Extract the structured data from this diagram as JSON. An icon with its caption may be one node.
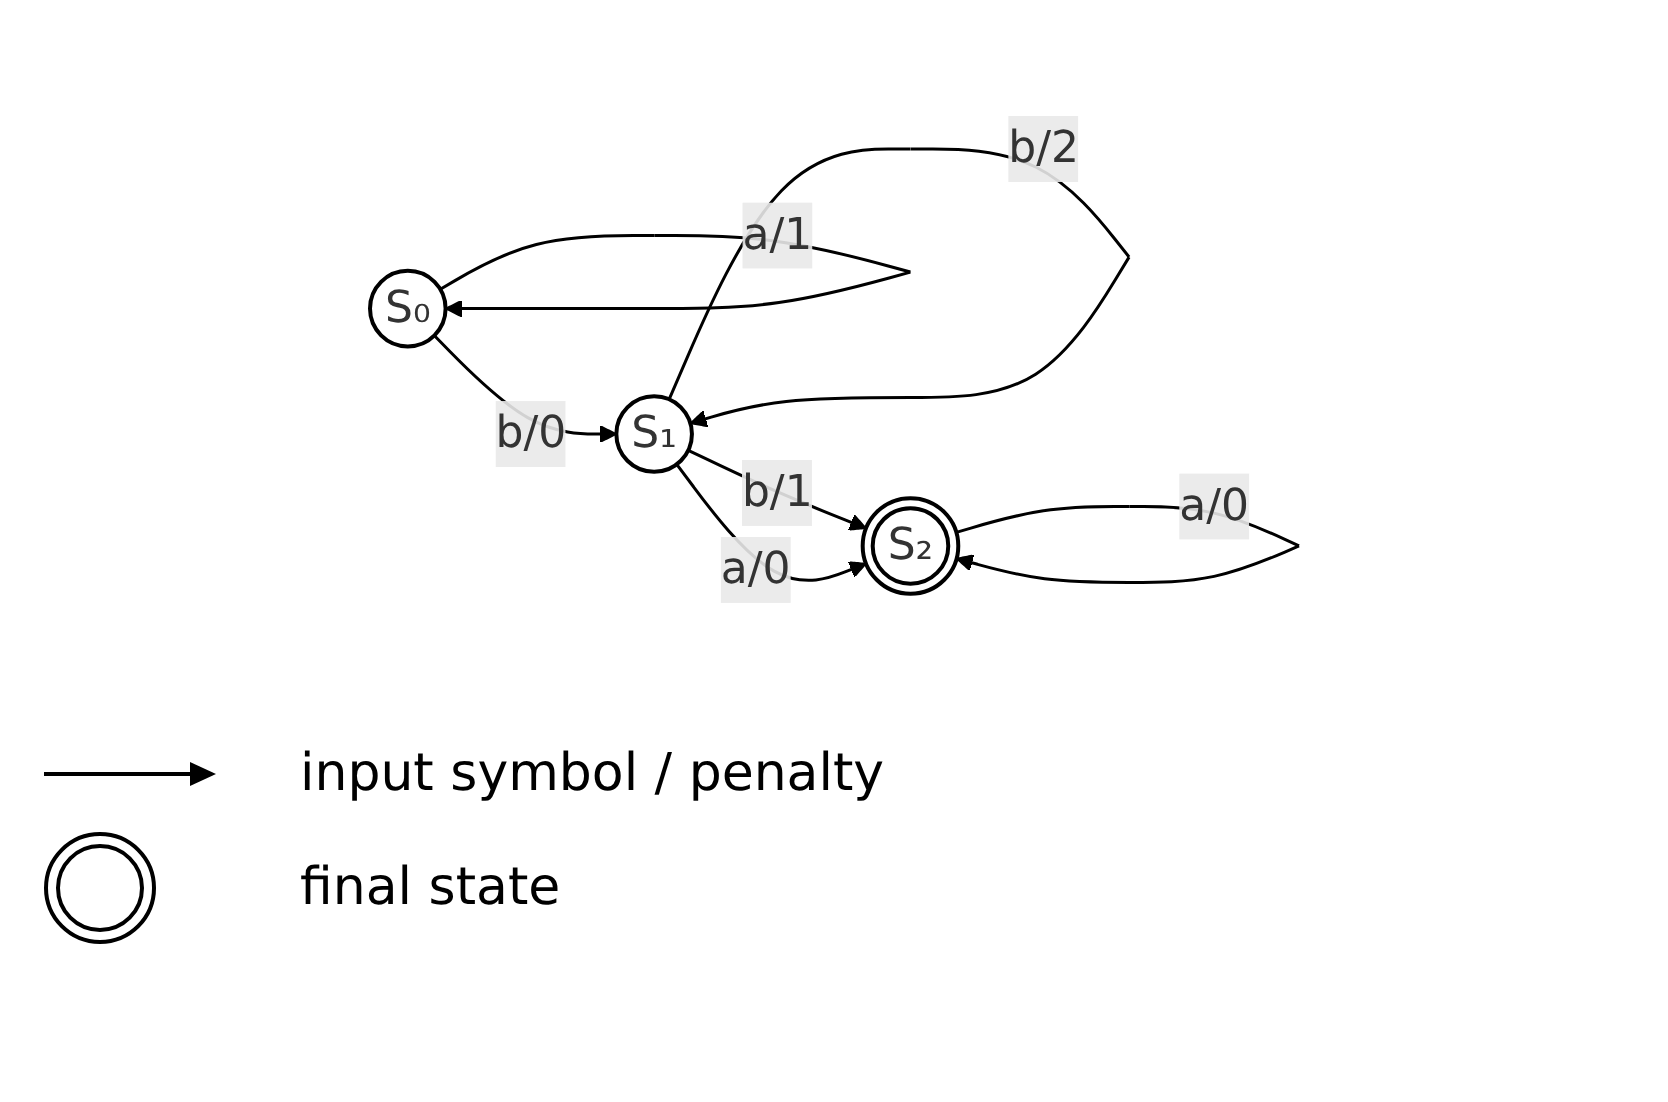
{
  "diagram": {
    "nodes": [
      {
        "text": [
          "S₀"
        ]
      },
      {
        "text": [
          "S₁"
        ]
      },
      {
        "text": [
          "S₂"
        ]
      }
    ],
    "edges": [
      {
        "from": 0,
        "to": 0,
        "arrow": "to",
        "label": "a/1"
      },
      {
        "from": 0,
        "to": 1,
        "arrow": "to",
        "label": "b/0"
      },
      {
        "from": 1,
        "to": 2,
        "arrow": "to",
        "label": "b/1"
      },
      {
        "from": 1,
        "to": 2,
        "arrow": "to",
        "label": "a/0"
      },
      {
        "from": 1,
        "to": 1,
        "arrow": "to",
        "label": "b/2"
      },
      {
        "from": 2,
        "to": 2,
        "arrow": "to",
        "label": "a/0"
      }
    ],
    "legend": [
      {
        "text": "input symbol / penalty"
      },
      {
        "text": "final state"
      }
    ]
  }
}
